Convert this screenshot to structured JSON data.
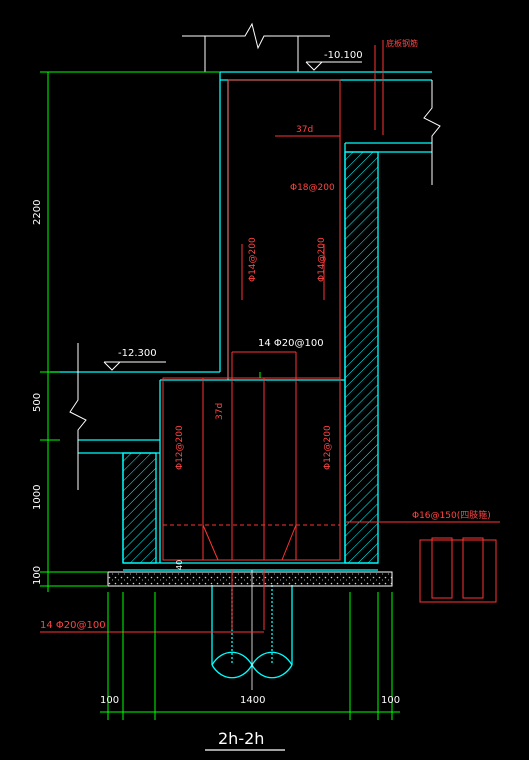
{
  "drawing": {
    "section_title": "2h-2h",
    "elevations": {
      "top": "-10.100",
      "mid": "-12.300"
    },
    "note_top_right": "底板钢筋",
    "dimensions": {
      "vertical": [
        "2200",
        "500",
        "1000",
        "100"
      ],
      "horizontal": [
        "100",
        "1400",
        "100"
      ],
      "small_40": "40"
    },
    "rebar_labels": {
      "anchorage_top": "37d",
      "anchorage_mid": "37d",
      "wall_horizontal": "Φ18@200",
      "wall_left_vertical": "Φ14@200",
      "wall_right_vertical": "Φ14@200",
      "pit_top": "14 Φ20@100",
      "pit_left": "Φ12@200",
      "pit_right": "Φ12@200",
      "stirrup": "Φ16@150(四肢箍)",
      "bottom": "14 Φ20@100"
    },
    "colors": {
      "background": "#000000",
      "concrete_outline": "#00ffff",
      "rebar": "#ff3333",
      "dimension": "#00ff00",
      "text": "#ffffff",
      "label_red": "#ff4444"
    }
  }
}
